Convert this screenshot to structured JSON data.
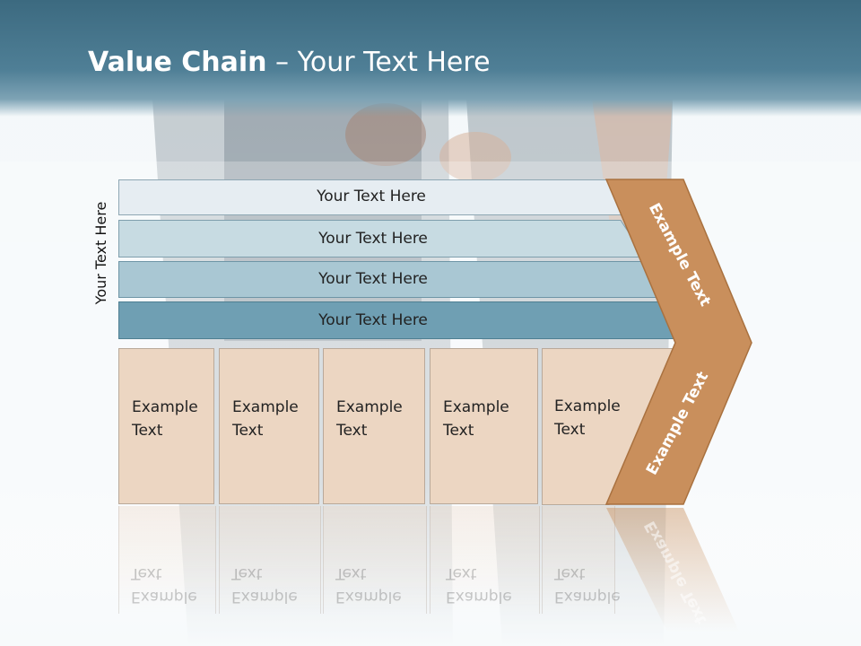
{
  "slide": {
    "title_bold": "Value Chain",
    "title_rest": " – Your Text Here",
    "side_label": "Your Text Here",
    "bars": [
      {
        "label": "Your Text Here",
        "color": "#e6edf2"
      },
      {
        "label": "Your Text Here",
        "color": "#c7dbe2"
      },
      {
        "label": "Your Text Here",
        "color": "#a9c7d3"
      },
      {
        "label": "Your Text Here",
        "color": "#6f9fb3"
      }
    ],
    "boxes": [
      {
        "label": "Example\nText"
      },
      {
        "label": "Example\nText"
      },
      {
        "label": "Example\nText"
      },
      {
        "label": "Example\nText"
      },
      {
        "label": "Example\nText"
      }
    ],
    "chevron": {
      "top_label": "Example Text",
      "bottom_label": "Example Text",
      "color": "#c98f5c"
    },
    "colors": {
      "header": "#4a7a91",
      "box_fill": "#ecd6c2"
    }
  }
}
